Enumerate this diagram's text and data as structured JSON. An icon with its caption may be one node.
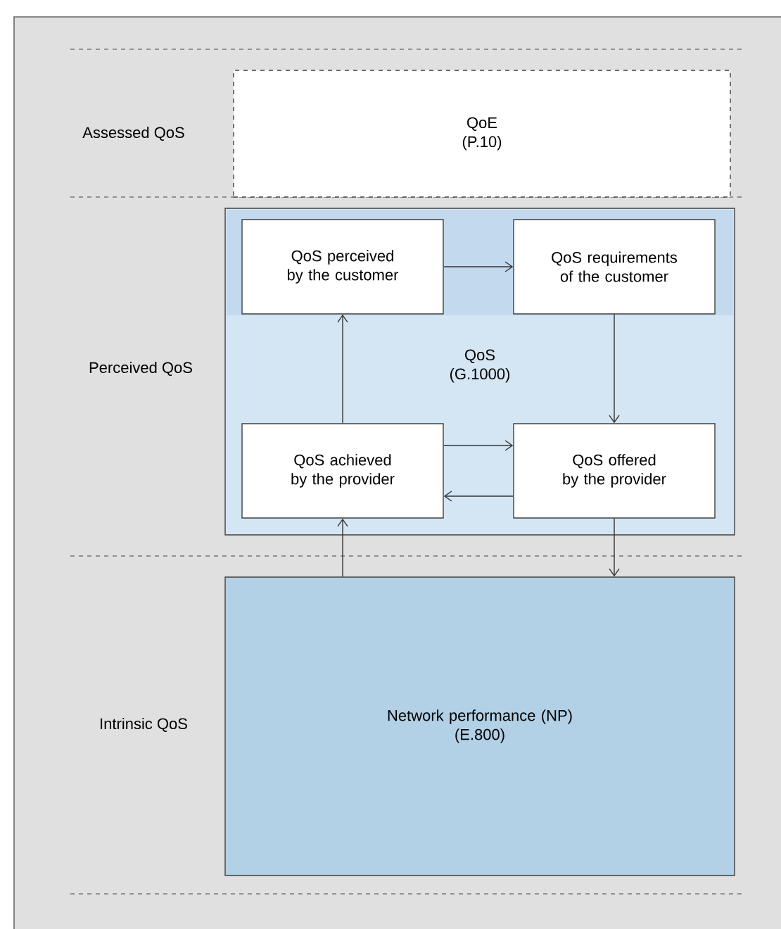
{
  "diagram": {
    "nodes": [
      {
        "text": [
          "QoE",
          "(P.10)"
        ]
      },
      {
        "text": [
          "QoS",
          "(G.1000)"
        ]
      },
      {
        "text": [
          "QoS perceived by the customer"
        ],
        "in": 1
      },
      {
        "text": [
          "QoS requirements of the customer"
        ],
        "in": 1
      },
      {
        "text": [
          "QoS achieved by the provider"
        ],
        "in": 1
      },
      {
        "text": [
          "QoS offered by the provider"
        ],
        "in": 1
      },
      {
        "text": [
          "Network performance (NP)",
          "(E.800)"
        ]
      }
    ],
    "edges": [
      {
        "from": 2,
        "to": 3,
        "arrow": "to"
      },
      {
        "from": 3,
        "to": 5,
        "arrow": "to"
      },
      {
        "from": 4,
        "to": 5,
        "arrow": "to"
      },
      {
        "from": 5,
        "to": 4,
        "arrow": "to"
      },
      {
        "from": 4,
        "to": 2,
        "arrow": "to"
      },
      {
        "from": 6,
        "to": 4,
        "arrow": "to"
      },
      {
        "from": 5,
        "to": 6,
        "arrow": "to"
      }
    ],
    "labels": [
      "Assessed QoS",
      "Perceived QoS",
      "Intrinsic QoS"
    ]
  }
}
